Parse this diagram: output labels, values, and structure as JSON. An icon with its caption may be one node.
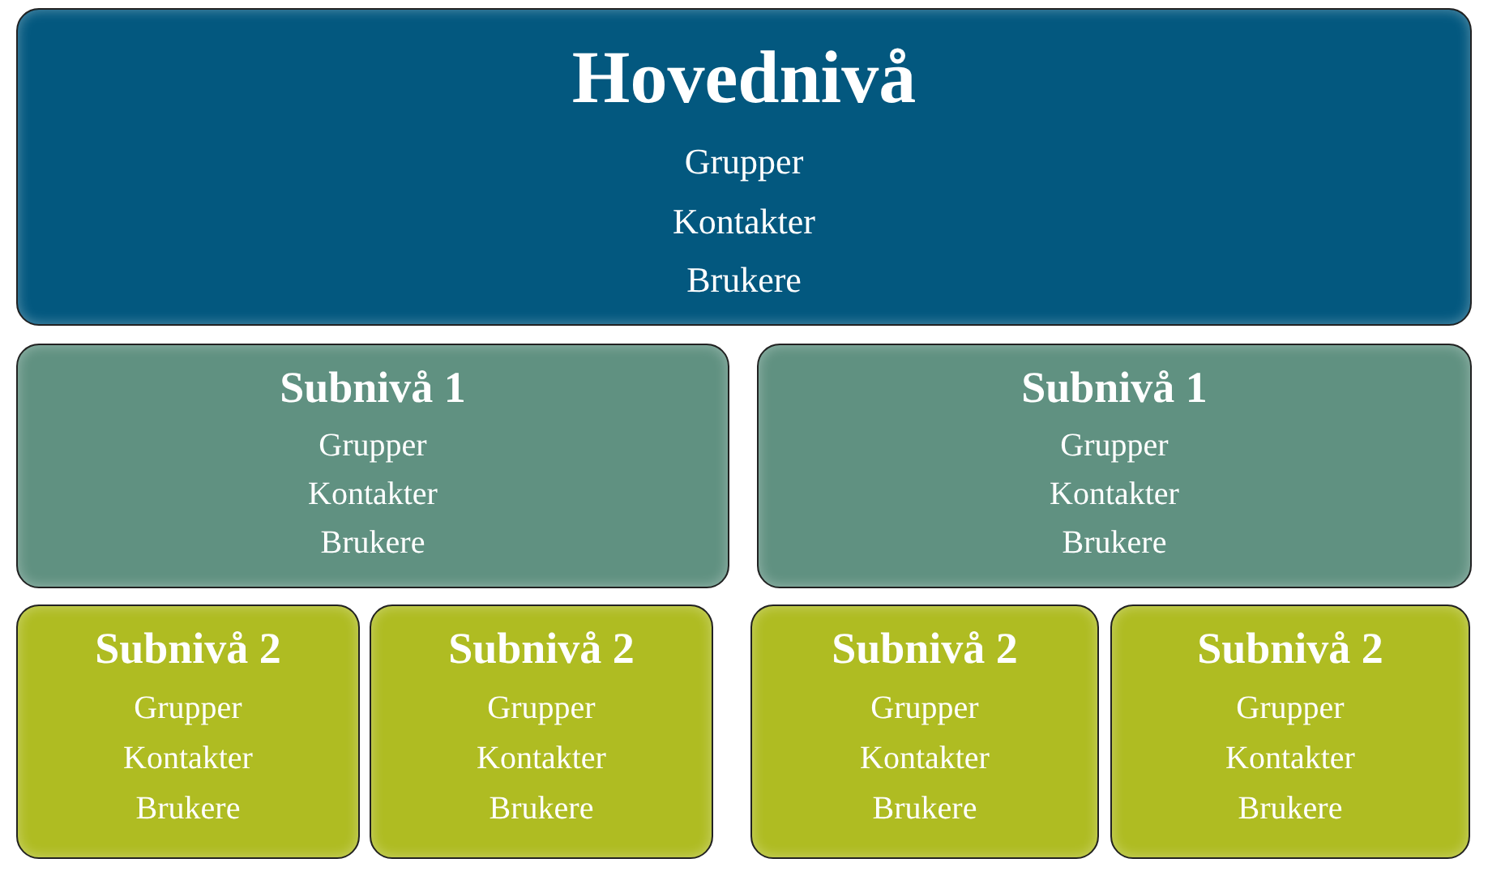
{
  "diagram": {
    "nodes": [
      {
        "text": [
          "Hovednivå",
          "Grupper",
          "Kontakter",
          "Brukere"
        ]
      },
      {
        "text": [
          "Subnivå 1",
          "Grupper",
          "Kontakter",
          "Brukere"
        ]
      },
      {
        "text": [
          "Subnivå 1",
          "Grupper",
          "Kontakter",
          "Brukere"
        ]
      },
      {
        "text": [
          "Subnivå 2",
          "Grupper",
          "Kontakter",
          "Brukere"
        ]
      },
      {
        "text": [
          "Subnivå 2",
          "Grupper",
          "Kontakter",
          "Brukere"
        ]
      },
      {
        "text": [
          "Subnivå 2",
          "Grupper",
          "Kontakter",
          "Brukere"
        ]
      },
      {
        "text": [
          "Subnivå 2",
          "Grupper",
          "Kontakter",
          "Brukere"
        ]
      }
    ]
  }
}
